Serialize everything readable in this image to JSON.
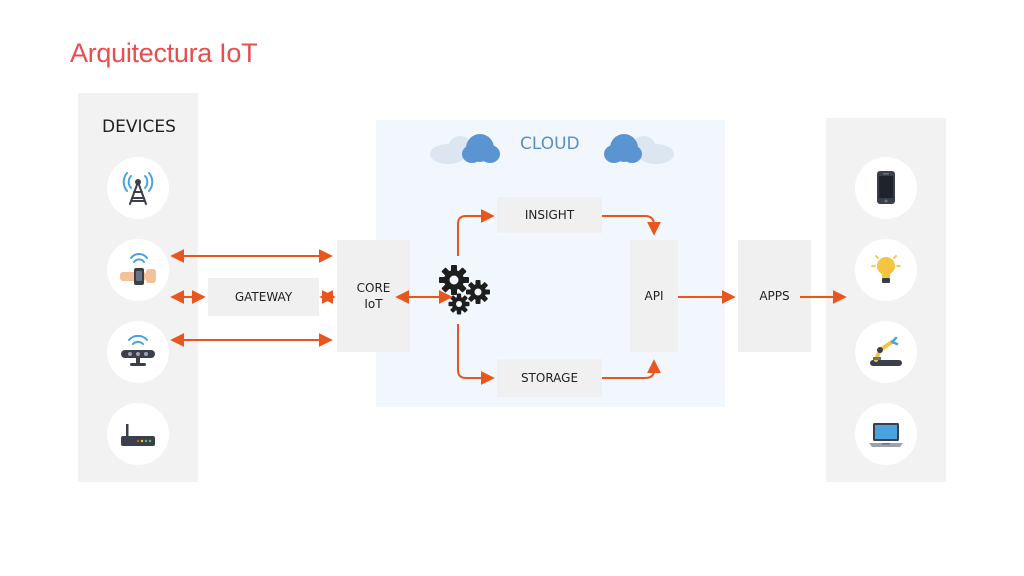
{
  "title": "Arquitectura IoT",
  "devices": {
    "label": "DEVICES",
    "icons": [
      "antenna-tower-icon",
      "smartwatch-wrist-icon",
      "kinect-sensor-icon",
      "router-icon"
    ]
  },
  "cloud": {
    "label": "CLOUD",
    "nodes": {
      "gateway": "GATEWAY",
      "core_line1": "CORE",
      "core_line2": "IoT",
      "insight": "INSIGHT",
      "storage": "STORAGE",
      "api": "API",
      "apps": "APPS"
    }
  },
  "apps_icons": [
    "smartphone-icon",
    "light-bulb-icon",
    "robotic-arm-icon",
    "laptop-icon"
  ],
  "colors": {
    "title": "#e84e4e",
    "arrow": "#e8561e",
    "cloud_text": "#5b8fc7",
    "panel": "#f2f2f2"
  }
}
